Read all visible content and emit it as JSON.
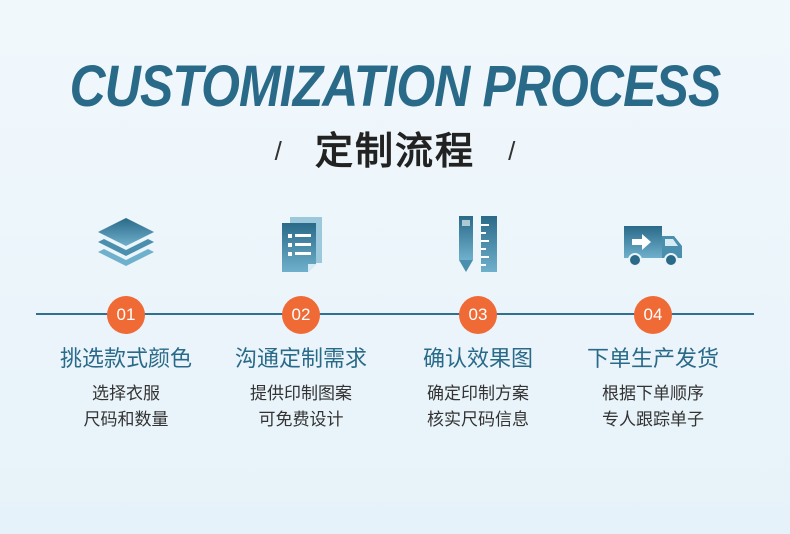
{
  "header": {
    "title_en": "CUSTOMIZATION PROCESS",
    "title_cn": "定制流程",
    "slash_left": "/",
    "slash_right": "/"
  },
  "colors": {
    "primary": "#2a6a89",
    "accent": "#f06a36",
    "background": "#eaf4fa"
  },
  "steps": [
    {
      "number": "01",
      "icon": "layers-icon",
      "title": "挑选款式颜色",
      "line1": "选择衣服",
      "line2": "尺码和数量"
    },
    {
      "number": "02",
      "icon": "document-list-icon",
      "title": "沟通定制需求",
      "line1": "提供印制图案",
      "line2": "可免费设计"
    },
    {
      "number": "03",
      "icon": "pencil-ruler-icon",
      "title": "确认效果图",
      "line1": "确定印制方案",
      "line2": "核实尺码信息"
    },
    {
      "number": "04",
      "icon": "delivery-truck-icon",
      "title": "下单生产发货",
      "line1": "根据下单顺序",
      "line2": "专人跟踪单子"
    }
  ]
}
